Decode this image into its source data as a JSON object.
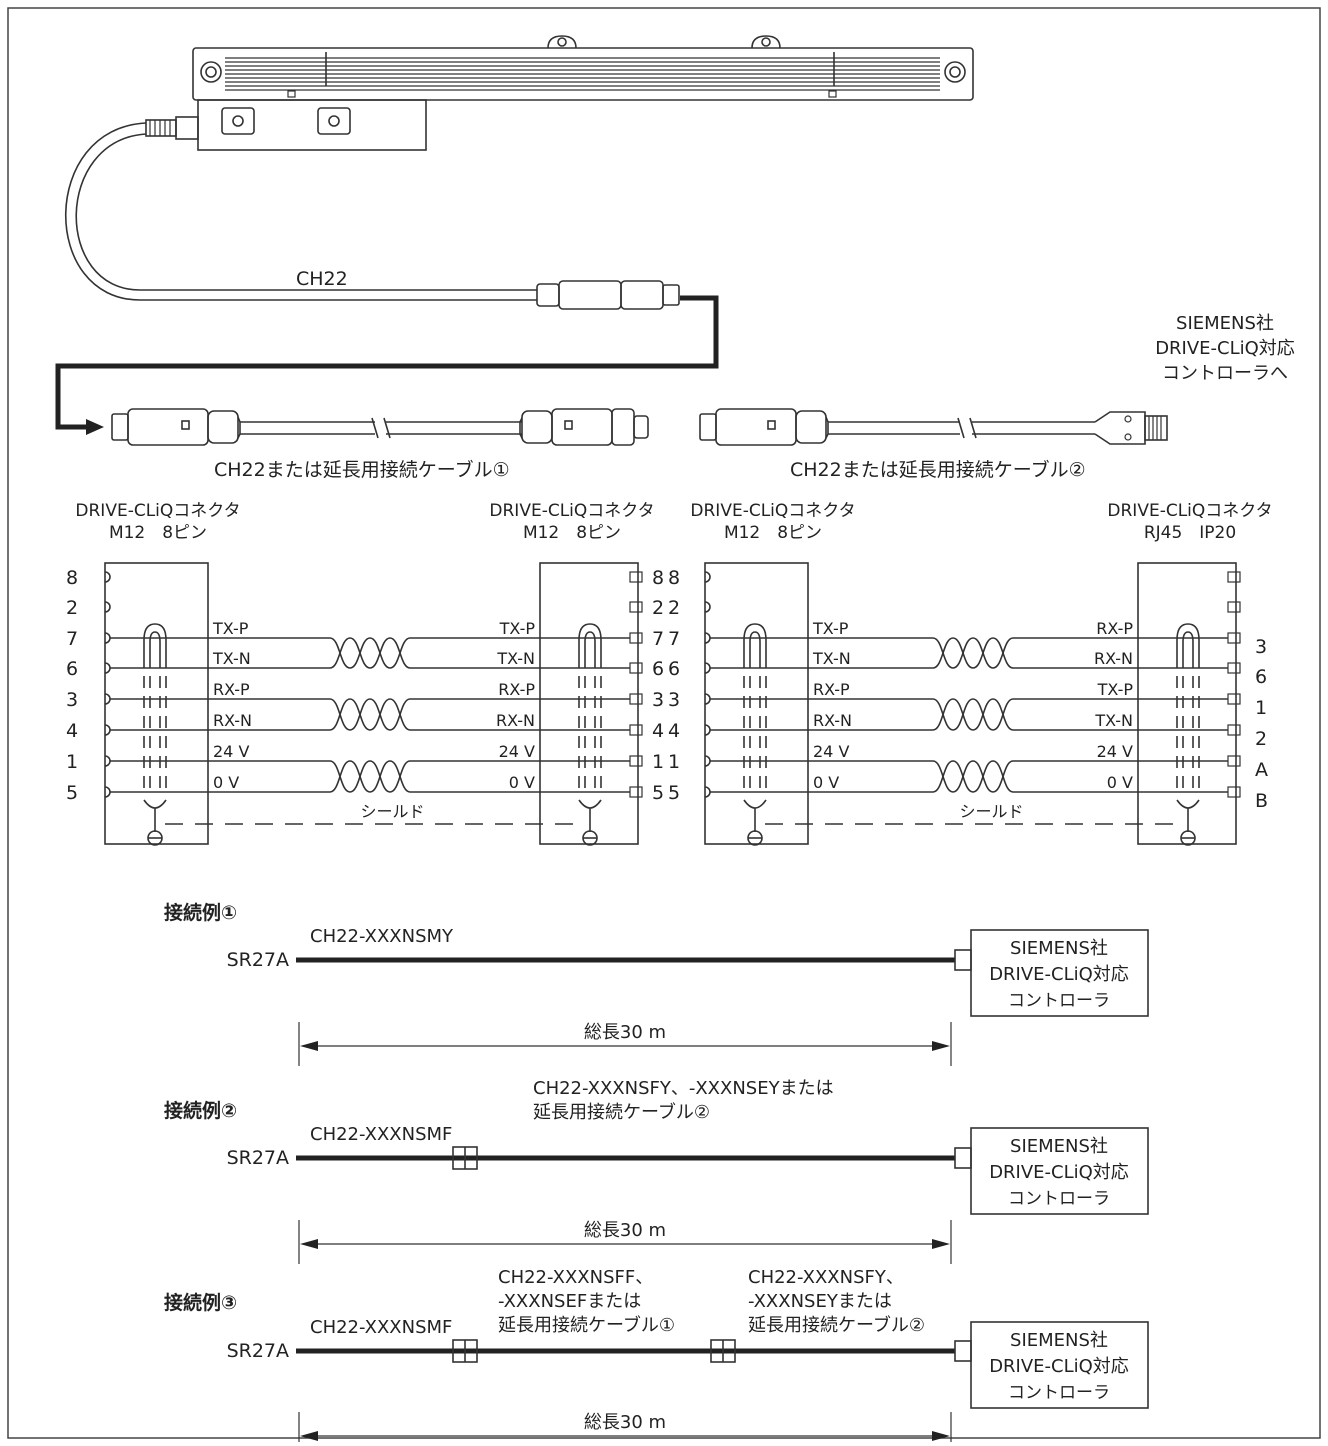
{
  "cable_top_label": "CH22",
  "siemens_callout": [
    "SIEMENS社",
    "DRIVE-CLiQ対応",
    "コントローラへ"
  ],
  "cable1_caption": "CH22または延長用接続ケーブル①",
  "cable2_caption": "CH22または延長用接続ケーブル②",
  "connector_labels": {
    "c1_left": [
      "DRIVE-CLiQコネクタ",
      "M12　8ピン"
    ],
    "c1_right": [
      "DRIVE-CLiQコネクタ",
      "M12　8ピン"
    ],
    "c2_left": [
      "DRIVE-CLiQコネクタ",
      "M12　8ピン"
    ],
    "c2_right": [
      "DRIVE-CLiQコネクタ",
      "RJ45　IP20"
    ]
  },
  "wiring1": {
    "pins": [
      "8",
      "2",
      "7",
      "6",
      "3",
      "4",
      "1",
      "5"
    ],
    "left_signals": [
      "TX-P",
      "TX-N",
      "RX-P",
      "RX-N",
      "24 V",
      "0 V"
    ],
    "right_signals": [
      "TX-P",
      "TX-N",
      "RX-P",
      "RX-N",
      "24 V",
      "0 V"
    ],
    "shield": "シールド"
  },
  "wiring2": {
    "pins": [
      "8",
      "2",
      "7",
      "6",
      "3",
      "4",
      "1",
      "5"
    ],
    "left_signals": [
      "TX-P",
      "TX-N",
      "RX-P",
      "RX-N",
      "24 V",
      "0 V"
    ],
    "right_signals": [
      "RX-P",
      "RX-N",
      "TX-P",
      "TX-N",
      "24 V",
      "0 V"
    ],
    "right_pins": [
      "3",
      "6",
      "1",
      "2",
      "A",
      "B"
    ],
    "shield": "シールド"
  },
  "examples": [
    {
      "title": "接続例①",
      "source": "SR27A",
      "cables": [
        {
          "label": [
            "CH22-XXXNSMY"
          ]
        }
      ],
      "controller": [
        "SIEMENS社",
        "DRIVE-CLiQ対応",
        "コントローラ"
      ],
      "length": "総長30 m"
    },
    {
      "title": "接続例②",
      "source": "SR27A",
      "cables": [
        {
          "label": [
            "CH22-XXXNSMF"
          ]
        },
        {
          "label": [
            "CH22-XXXNSFY、-XXXNSEYまたは",
            "延長用接続ケーブル②"
          ]
        }
      ],
      "controller": [
        "SIEMENS社",
        "DRIVE-CLiQ対応",
        "コントローラ"
      ],
      "length": "総長30 m"
    },
    {
      "title": "接続例③",
      "source": "SR27A",
      "cables": [
        {
          "label": [
            "CH22-XXXNSMF"
          ]
        },
        {
          "label": [
            "CH22-XXXNSFF、",
            "-XXXNSEFまたは",
            "延長用接続ケーブル①"
          ]
        },
        {
          "label": [
            "CH22-XXXNSFY、",
            "-XXXNSEYまたは",
            "延長用接続ケーブル②"
          ]
        }
      ],
      "controller": [
        "SIEMENS社",
        "DRIVE-CLiQ対応",
        "コントローラ"
      ],
      "length": "総長30 m"
    }
  ]
}
